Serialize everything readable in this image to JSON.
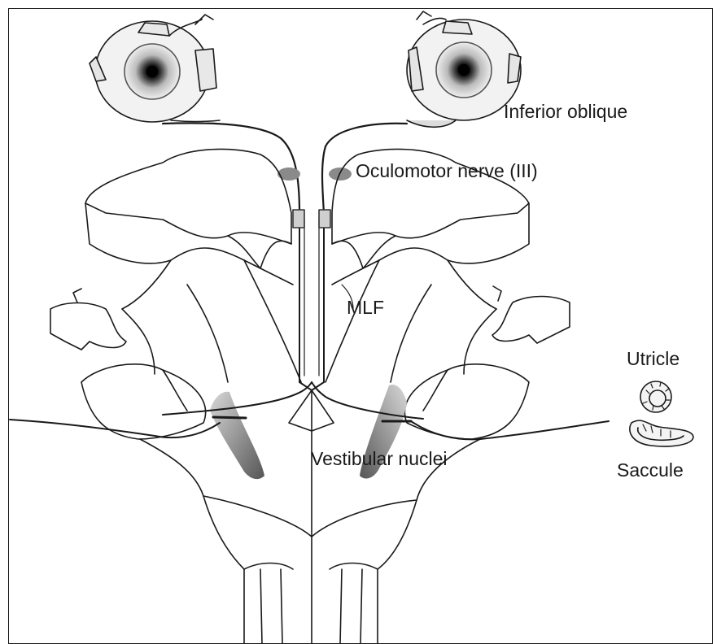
{
  "labels": {
    "inferior_oblique": "Inferior oblique",
    "oculomotor_nerve": "Oculomotor nerve (III)",
    "mlf": "MLF",
    "vestibular_nuclei": "Vestibular nuclei",
    "utricle": "Utricle",
    "saccule": "Saccule"
  },
  "colors": {
    "line": "#1a1a1a",
    "shading_dark": "#6b6b6b",
    "shading_light": "#c8c8c8",
    "background": "#ffffff"
  }
}
